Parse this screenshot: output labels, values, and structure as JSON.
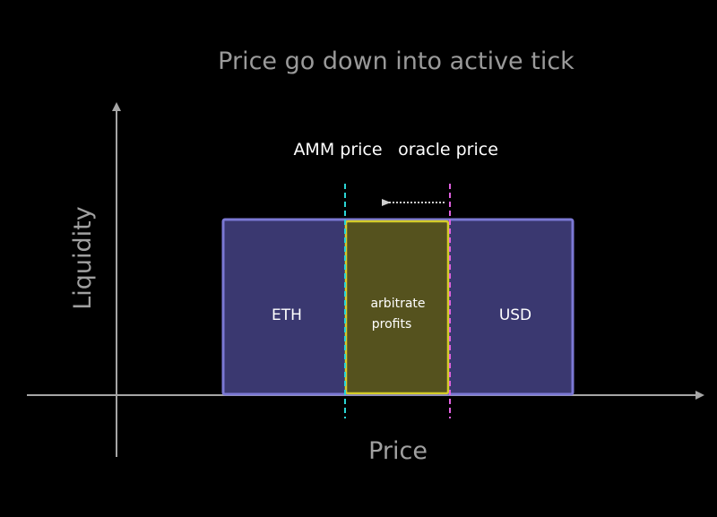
{
  "title": "Price go down into active tick",
  "x_axis_label": "Price",
  "y_axis_label": "Liquidity",
  "markers": {
    "amm_price_label": "AMM price",
    "oracle_price_label": "oracle price"
  },
  "regions": {
    "left_label": "ETH",
    "right_label": "USD",
    "middle_label_line1": "arbitrate",
    "middle_label_line2": "profits"
  },
  "colors": {
    "background": "#000000",
    "axis": "#a6a6a6",
    "tick_fill": "#3a3870",
    "tick_border": "#7b78d4",
    "profit_fill": "#55521e",
    "profit_border": "#d4cc2a",
    "amm_line": "#2ad4d4",
    "oracle_line": "#e060e0",
    "arrow": "#cfcfcf"
  }
}
